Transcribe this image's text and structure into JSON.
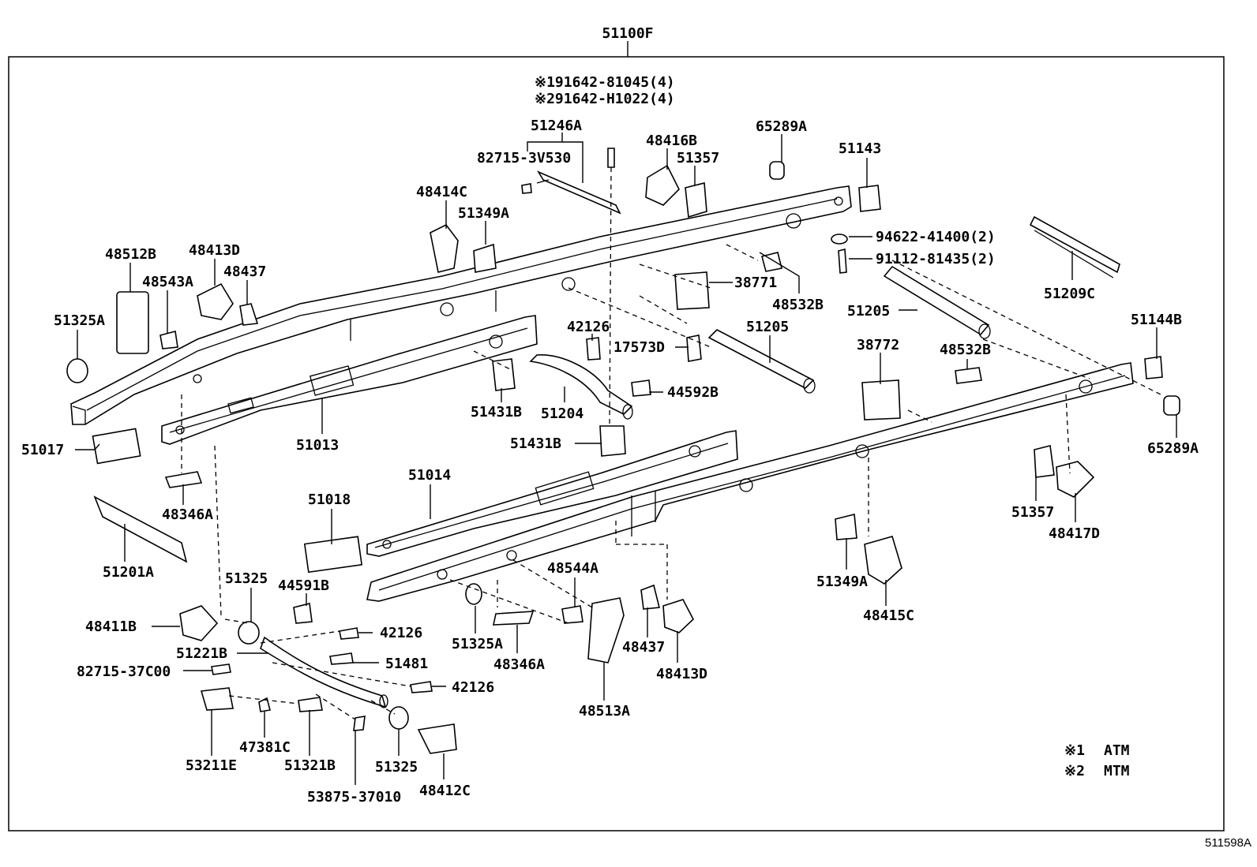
{
  "diagram": {
    "top_label": "51100F",
    "ref_code": "511598A",
    "legend": [
      {
        "mark": "※1",
        "text": "ATM"
      },
      {
        "mark": "※2",
        "text": "MTM"
      }
    ],
    "labels": {
      "p91642_81045": "※191642-81045(4)",
      "p91642_h1022": "※291642-H1022(4)",
      "p51246a": "51246A",
      "p82715_3v530": "82715-3V530",
      "p48416b": "48416B",
      "p51357_top": "51357",
      "p65289a_top": "65289A",
      "p51143": "51143",
      "p48414c": "48414C",
      "p51349a_top": "51349A",
      "p94622": "94622-41400(2)",
      "p91112": "91112-81435(2)",
      "p48512b": "48512B",
      "p48413d_top": "48413D",
      "p48543a": "48543A",
      "p48437_top": "48437",
      "p38771": "38771",
      "p48532b_top": "48532B",
      "p51205_right": "51205",
      "p51209c": "51209C",
      "p51325a_left": "51325A",
      "p42126_top": "42126",
      "p17573d": "17573D",
      "p51205_mid": "51205",
      "p38772": "38772",
      "p48532b_right": "48532B",
      "p51144b": "51144B",
      "p44592b": "44592B",
      "p51431b_top": "51431B",
      "p51204": "51204",
      "p51013": "51013",
      "p51017": "51017",
      "p51431b_bot": "51431B",
      "p65289a_right": "65289A",
      "p51014": "51014",
      "p48346a_left": "48346A",
      "p51018": "51018",
      "p51357_right": "51357",
      "p48417d": "48417D",
      "p51201a": "51201A",
      "p51349a_right": "51349A",
      "p48415c": "48415C",
      "p48544a": "48544A",
      "p51325_top": "51325",
      "p44591b": "44591B",
      "p48411b": "48411B",
      "p42126_mid": "42126",
      "p51221b": "51221B",
      "p51481": "51481",
      "p51325a_bot": "51325A",
      "p48437_bot": "48437",
      "p82715_37c00": "82715-37C00",
      "p48346a_bot": "48346A",
      "p48413d_bot": "48413D",
      "p42126_bot": "42126",
      "p48513a": "48513A",
      "p47381c": "47381C",
      "p53211e": "53211E",
      "p51321b": "51321B",
      "p51325_bot": "51325",
      "p48412c": "48412C",
      "p53875": "53875-37010"
    }
  }
}
